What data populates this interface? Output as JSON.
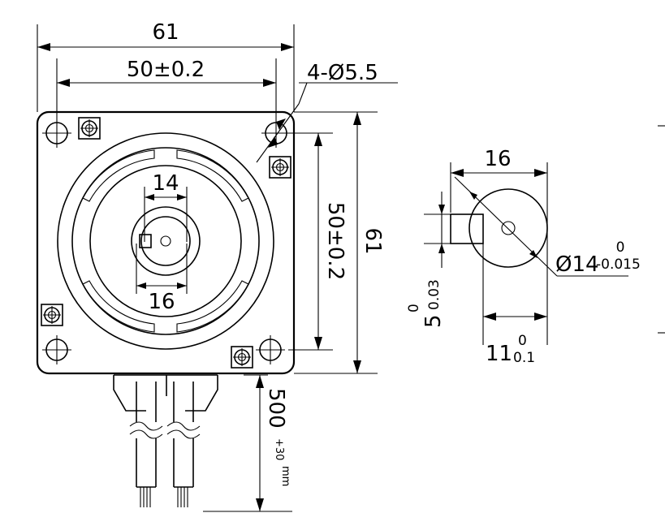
{
  "front_view": {
    "width": "61",
    "hole_spacing_h": "50±0.2",
    "holes": "4-Ø5.5",
    "shaft_small": "14",
    "shaft_large": "16",
    "hole_spacing_v": "50±0.2",
    "height": "61",
    "lead_length": "500",
    "lead_tol": "+30",
    "lead_unit": "mm"
  },
  "side_view": {
    "width": "16",
    "dia": "Ø14",
    "dia_tol_upper": "0",
    "dia_tol_lower": "-0.015",
    "flat": "5",
    "flat_tol_upper": "0",
    "flat_tol_lower": "0.03",
    "length": "11",
    "length_tol_upper": "0",
    "length_tol_lower": "0.1"
  }
}
